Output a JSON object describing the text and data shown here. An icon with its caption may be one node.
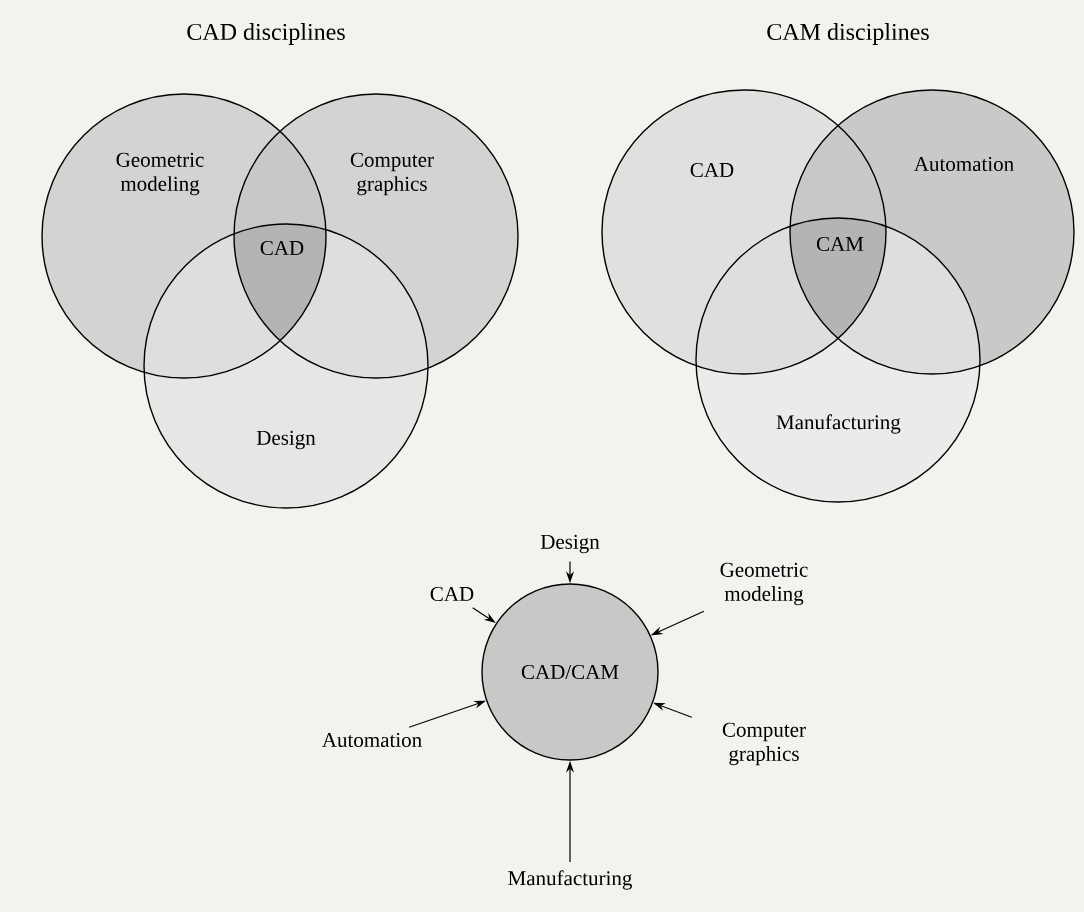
{
  "diagram": {
    "nodes": [
      {
        "text": [
          "Geometric modeling"
        ]
      },
      {
        "text": [
          "Computer graphics"
        ]
      },
      {
        "text": [
          "Design"
        ]
      },
      {
        "text": [
          "CAD"
        ]
      },
      {
        "text": [
          "Automation"
        ]
      },
      {
        "text": [
          "Manufacturing"
        ]
      },
      {
        "text": [
          "Design"
        ]
      },
      {
        "text": [
          "CAD"
        ]
      },
      {
        "text": [
          "Geometric modeling"
        ]
      },
      {
        "text": [
          "CAD/CAM"
        ]
      },
      {
        "text": [
          "Automation"
        ]
      },
      {
        "text": [
          "Computer graphics"
        ]
      },
      {
        "text": [
          "Manufacturing"
        ]
      }
    ],
    "edges": [
      {
        "from": 6,
        "to": 9,
        "arrow": "to"
      },
      {
        "from": 7,
        "to": 9,
        "arrow": "to"
      },
      {
        "from": 8,
        "to": 9,
        "arrow": "to"
      },
      {
        "from": 10,
        "to": 9,
        "arrow": "to"
      },
      {
        "from": 11,
        "to": 9,
        "arrow": "to"
      },
      {
        "from": 12,
        "to": 9,
        "arrow": "to"
      }
    ],
    "labels": [
      "CAD disciplines",
      "CAM disciplines",
      "CAD",
      "CAM"
    ]
  }
}
